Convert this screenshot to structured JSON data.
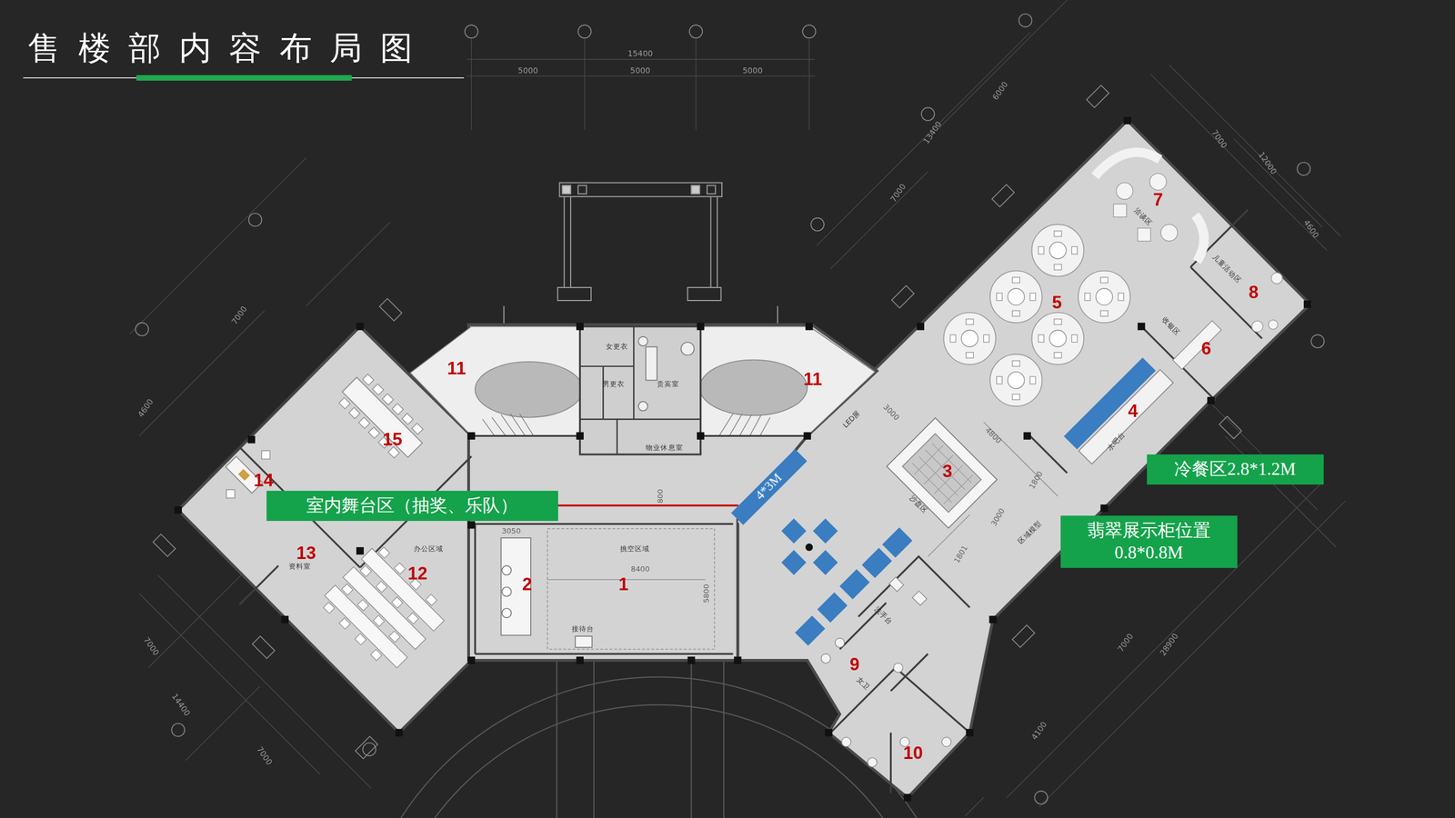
{
  "diagram": {
    "title": "售楼部内容布局图",
    "nodes": [
      {
        "text": [
          "冷餐区2.8*1.2M"
        ]
      },
      {
        "text": [
          "4*3M"
        ]
      },
      {
        "text": [
          "室内舞台区（抽奖、乐队）"
        ]
      },
      {
        "text": [
          "翡翠展示柜位置 0.8*0.8M"
        ]
      }
    ],
    "edges": [
      {
        "from": 2,
        "to": 1,
        "arrow": "none"
      }
    ],
    "labels": [
      "15400",
      "5000",
      "5000",
      "5000",
      "6000",
      "13400",
      "7000",
      "7000",
      "12000",
      "4600",
      "7000",
      "4600",
      "7000",
      "14400",
      "7000",
      "7000",
      "28900",
      "4100",
      "3000",
      "4800",
      "1800",
      "3000",
      "1801",
      "8400",
      "5800",
      "3050",
      "800",
      "女更衣",
      "男更衣",
      "贵宾室",
      "物业休息室",
      "洽谈区",
      "儿童活动区",
      "收银区",
      "水吧台",
      "沙盘区",
      "LED屏",
      "区域模型",
      "洗手台",
      "女卫",
      "办公区域",
      "资料室",
      "挑空区域",
      "接待台",
      "1",
      "2",
      "3",
      "4",
      "5",
      "6",
      "7",
      "8",
      "9",
      "10",
      "11",
      "11",
      "12",
      "13",
      "14",
      "15"
    ]
  }
}
